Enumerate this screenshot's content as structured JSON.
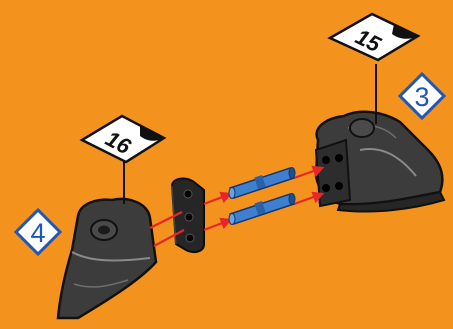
{
  "diagram": {
    "background_color": "#f3931e",
    "tags": [
      {
        "number": "16",
        "attached_to": "left-piece"
      },
      {
        "number": "15",
        "attached_to": "right-piece"
      }
    ],
    "step_badges": [
      {
        "number": "4",
        "attached_to": "left-piece"
      },
      {
        "number": "3",
        "attached_to": "right-piece"
      }
    ],
    "parts": [
      {
        "name": "left-rock-piece",
        "color": "#3a3a3a"
      },
      {
        "name": "right-rock-piece",
        "color": "#3a3a3a"
      },
      {
        "name": "connector-block",
        "color": "#222222"
      },
      {
        "name": "pin",
        "count": 2,
        "color": "#3f7fd0"
      }
    ],
    "arrow_color": "#e8262a",
    "badge_color": "#1e57b8"
  }
}
